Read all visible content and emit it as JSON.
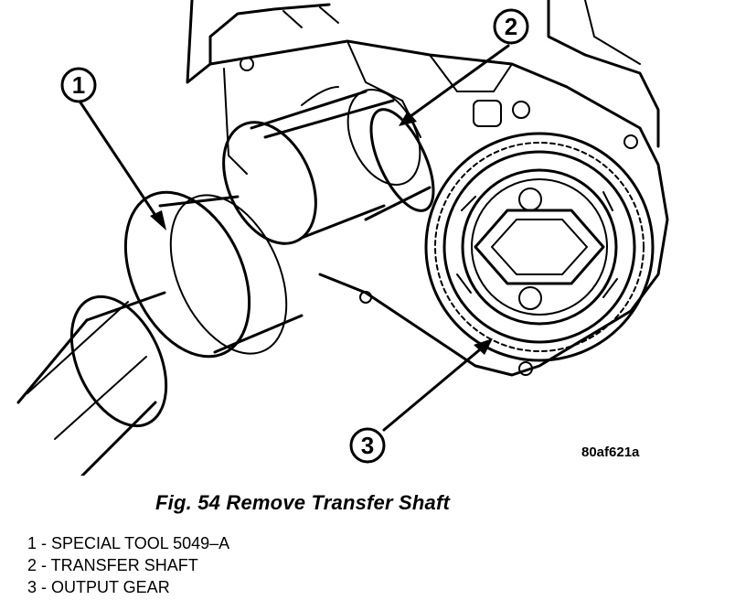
{
  "figure": {
    "title": "Fig. 54 Remove Transfer Shaft",
    "image_code": "80af621a",
    "callouts": [
      {
        "number": "1",
        "label": "SPECIAL TOOL 5049–A"
      },
      {
        "number": "2",
        "label": "TRANSFER SHAFT"
      },
      {
        "number": "3",
        "label": "OUTPUT GEAR"
      }
    ]
  },
  "legend": [
    "1 - SPECIAL TOOL 5049–A",
    "2 - TRANSFER SHAFT",
    "3 - OUTPUT GEAR"
  ]
}
